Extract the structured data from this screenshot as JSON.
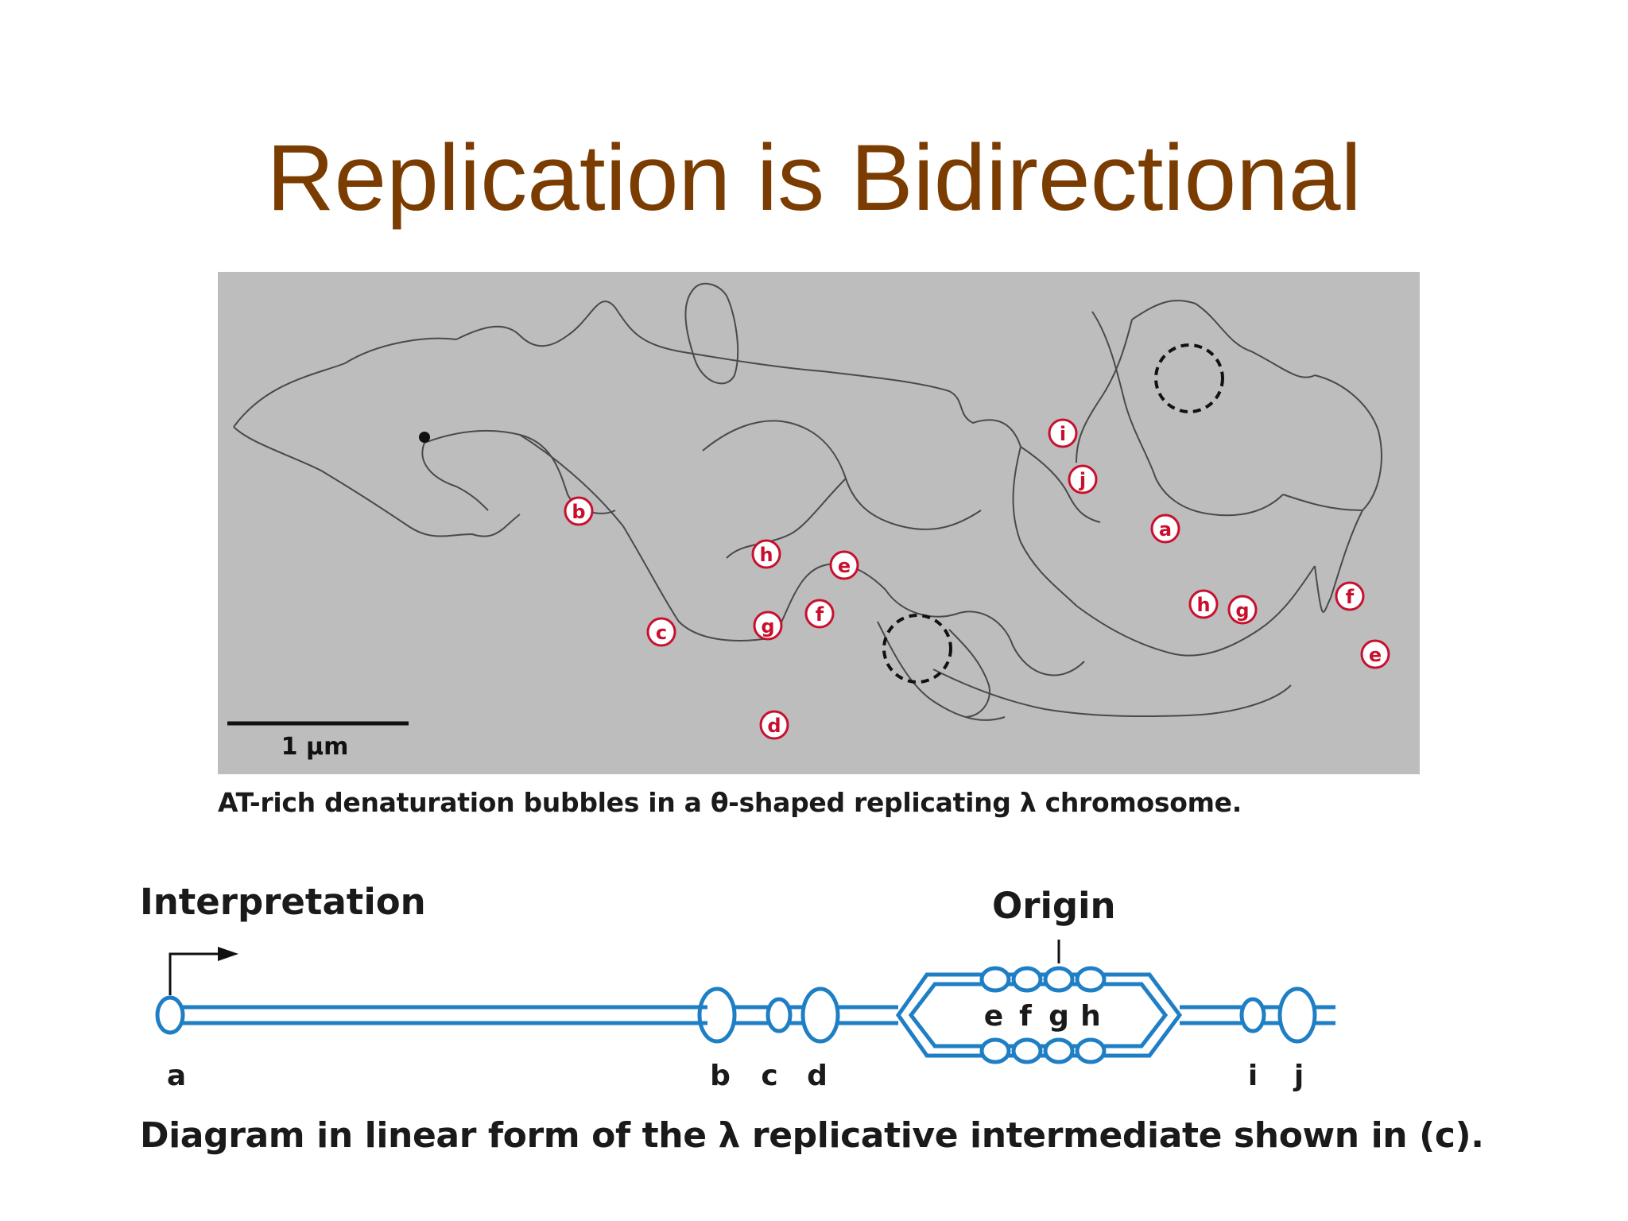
{
  "slide": {
    "title": "Replication is Bidirectional"
  },
  "micrograph": {
    "scale_bar_label": "1 µm",
    "labels": {
      "b": "b",
      "c": "c",
      "d": "d",
      "e1": "e",
      "f1": "f",
      "g1": "g",
      "h1": "h",
      "i": "i",
      "j": "j",
      "a": "a",
      "h2": "h",
      "g2": "g",
      "f2": "f",
      "e2": "e"
    },
    "caption": "AT-rich denaturation bubbles in a θ-shaped replicating λ chromosome."
  },
  "interpretation": {
    "heading": "Interpretation",
    "origin_label": "Origin",
    "point_labels": {
      "a": "a",
      "b": "b",
      "c": "c",
      "d": "d",
      "e": "e",
      "f": "f",
      "g": "g",
      "h": "h",
      "i": "i",
      "j": "j"
    },
    "caption": "Diagram in linear form of the λ replicative intermediate shown in (c)."
  },
  "colors": {
    "title": "#7a3c00",
    "dna_blue": "#1f7fc4",
    "label_red": "#c8102e",
    "micrograph_bg": "#bdbdbd"
  }
}
